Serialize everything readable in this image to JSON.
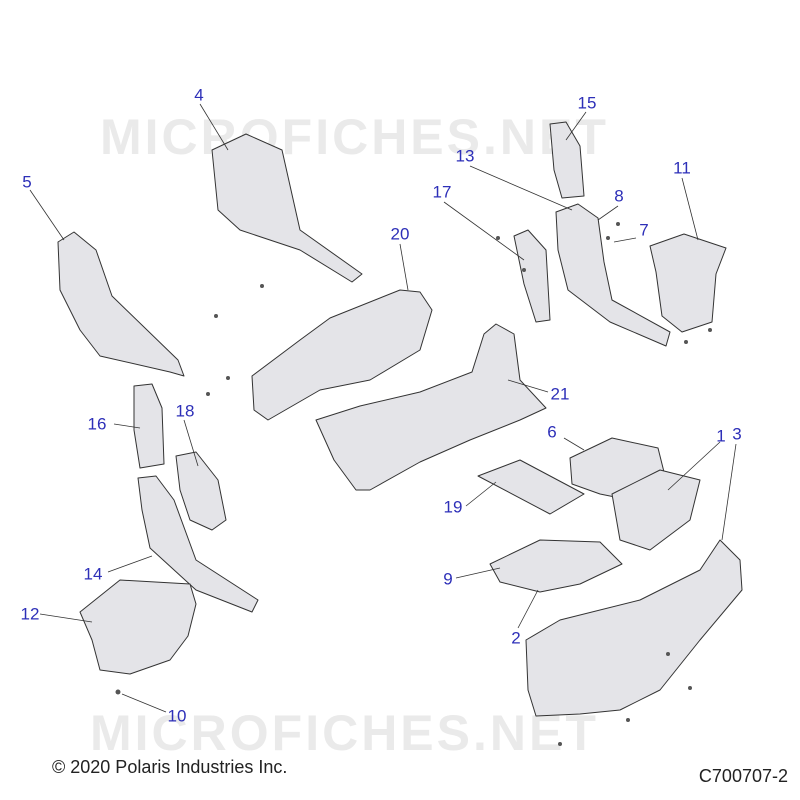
{
  "watermark": "MICROFICHES.NET",
  "copyright": "© 2020 Polaris Industries Inc.",
  "drawing_number": "C700707-2",
  "colors": {
    "callout": "#2d2fb8",
    "part_fill": "#e4e4e8",
    "part_stroke": "#333333"
  },
  "callouts": [
    {
      "id": "1",
      "label": "1"
    },
    {
      "id": "2",
      "label": "2"
    },
    {
      "id": "3",
      "label": "3"
    },
    {
      "id": "4",
      "label": "4"
    },
    {
      "id": "5",
      "label": "5"
    },
    {
      "id": "6",
      "label": "6"
    },
    {
      "id": "7",
      "label": "7"
    },
    {
      "id": "8",
      "label": "8"
    },
    {
      "id": "9",
      "label": "9"
    },
    {
      "id": "10",
      "label": "10"
    },
    {
      "id": "11",
      "label": "11"
    },
    {
      "id": "12",
      "label": "12"
    },
    {
      "id": "13",
      "label": "13"
    },
    {
      "id": "14",
      "label": "14"
    },
    {
      "id": "15",
      "label": "15"
    },
    {
      "id": "16",
      "label": "16"
    },
    {
      "id": "17",
      "label": "17"
    },
    {
      "id": "18",
      "label": "18"
    },
    {
      "id": "19",
      "label": "19"
    },
    {
      "id": "20",
      "label": "20"
    },
    {
      "id": "21",
      "label": "21"
    }
  ]
}
